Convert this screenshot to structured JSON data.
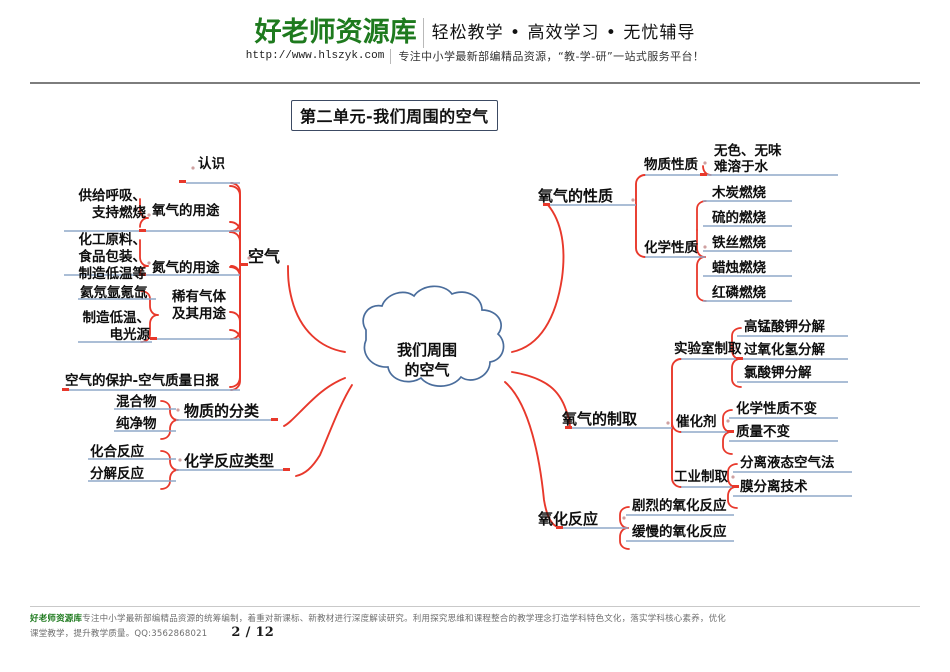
{
  "header": {
    "brand": "好老师资源库",
    "slogan": "轻松教学 • 高效学习 • 无忧辅导",
    "url": "http://www.hlszyk.com",
    "subslogan": "专注中小学最新部编精品资源，“教-学-研”一站式服务平台！"
  },
  "title": "第二单元-我们周围的空气",
  "colors": {
    "connector": "#e8382b",
    "underline": "#8fa9c9",
    "brand_green": "#1e7a1e",
    "title_border": "#3c4a63",
    "cloud_stroke": "#4a6d9c"
  },
  "mindmap": {
    "center": "我们周围\n的空气",
    "center_line1": "我们周围",
    "center_line2": "的空气",
    "branches": [
      {
        "id": "air",
        "label": "空气",
        "side": "left",
        "children": [
          {
            "label": "认识",
            "leaves": []
          },
          {
            "label": "氧气的用途",
            "leaves": [
              "供给呼吸、",
              "支持燃烧"
            ]
          },
          {
            "label": "氮气的用途",
            "leaves": [
              "化工原料、",
              "食品包装、",
              "制造低温等"
            ]
          },
          {
            "label": "稀有气体\n及其用途",
            "label_l1": "稀有气体",
            "label_l2": "及其用途",
            "leaves": [
              "氦氖氩氪氙",
              "制造低温、",
              "电光源"
            ]
          },
          {
            "label": "空气的保护-空气质量日报",
            "leaves": []
          }
        ]
      },
      {
        "id": "classification",
        "label": "物质的分类",
        "side": "left",
        "children": [],
        "leaves": [
          "混合物",
          "纯净物"
        ]
      },
      {
        "id": "reaction-types",
        "label": "化学反应类型",
        "side": "left",
        "children": [],
        "leaves": [
          "化合反应",
          "分解反应"
        ]
      },
      {
        "id": "oxygen-properties",
        "label": "氧气的性质",
        "side": "right",
        "children": [
          {
            "label": "物质性质",
            "leaves": [
              "无色、无味",
              "难溶于水"
            ]
          },
          {
            "label": "化学性质",
            "leaves": [
              "木炭燃烧",
              "硫的燃烧",
              "铁丝燃烧",
              "蜡烛燃烧",
              "红磷燃烧"
            ]
          }
        ]
      },
      {
        "id": "oxygen-preparation",
        "label": "氧气的制取",
        "side": "right",
        "children": [
          {
            "label": "实验室制取",
            "leaves": [
              "高锰酸钾分解",
              "过氧化氢分解",
              "氯酸钾分解"
            ]
          },
          {
            "label": "催化剂",
            "leaves": [
              "化学性质不变",
              "质量不变"
            ]
          },
          {
            "label": "工业制取",
            "leaves": [
              "分离液态空气法",
              "膜分离技术"
            ]
          }
        ]
      },
      {
        "id": "oxidation-reaction",
        "label": "氧化反应",
        "side": "right",
        "children": [],
        "leaves": [
          "剧烈的氧化反应",
          "缓慢的氧化反应"
        ]
      }
    ]
  },
  "nodes": {
    "recognize": "认识",
    "oxygen_use": "氧气的用途",
    "oxygen_use_l1": "供给呼吸、",
    "oxygen_use_l2": "支持燃烧",
    "nitrogen_use": "氮气的用途",
    "nitrogen_use_l1": "化工原料、",
    "nitrogen_use_l2": "食品包装、",
    "nitrogen_use_l3": "制造低温等",
    "rare_gas_l1": "稀有气体",
    "rare_gas_l2": "及其用途",
    "rare_gas_list": "氦氖氩氪氙",
    "rare_gas_use_l1": "制造低温、",
    "rare_gas_use_l2": "电光源",
    "air_protection": "空气的保护-空气质量日报",
    "air": "空气",
    "classification": "物质的分类",
    "mixture": "混合物",
    "pure": "纯净物",
    "reaction_types": "化学反应类型",
    "combination": "化合反应",
    "decomposition": "分解反应",
    "o2_properties": "氧气的性质",
    "physical_properties": "物质性质",
    "colorless": "无色、无味",
    "insoluble": "难溶于水",
    "chemical_properties": "化学性质",
    "charcoal": "木炭燃烧",
    "sulfur": "硫的燃烧",
    "iron_wire": "铁丝燃烧",
    "candle": "蜡烛燃烧",
    "red_phosphorus": "红磷燃烧",
    "o2_preparation": "氧气的制取",
    "lab_prep": "实验室制取",
    "kmno4": "高锰酸钾分解",
    "h2o2": "过氧化氢分解",
    "kclo3": "氯酸钾分解",
    "catalyst": "催化剂",
    "chem_unchanged": "化学性质不变",
    "mass_unchanged": "质量不变",
    "industrial_prep": "工业制取",
    "liquid_air": "分离液态空气法",
    "membrane": "膜分离技术",
    "oxidation": "氧化反应",
    "violent_oxidation": "剧烈的氧化反应",
    "slow_oxidation": "缓慢的氧化反应"
  },
  "footer": {
    "brand": "好老师资源库",
    "line1": "专注中小学最新部编精品资源的统筹编制，着重对新课标、新教材进行深度解读研究。利用探究思维和课程整合的教学理念打造学科特色文化，落实学科核心素养，优化",
    "line2": "课堂教学，提升教学质量。QQ:3562868021",
    "page_current": "2",
    "page_sep": "/",
    "page_total": "12"
  }
}
